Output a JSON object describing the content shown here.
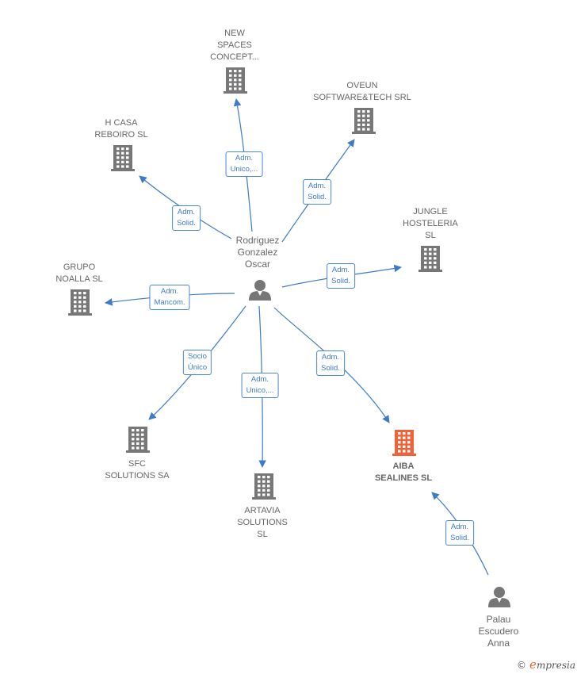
{
  "colors": {
    "edge": "#3d7ac8",
    "building": "#777777",
    "building_highlight": "#f0623a",
    "person": "#777777"
  },
  "persons": [
    {
      "id": "rodriguez",
      "lines": [
        "Rodriguez",
        "Gonzalez",
        "Oscar"
      ],
      "icon": "person-icon"
    },
    {
      "id": "palau",
      "lines": [
        "Palau",
        "Escudero",
        "Anna"
      ],
      "icon": "person-icon"
    }
  ],
  "companies": [
    {
      "id": "newspaces",
      "lines": [
        "NEW",
        "SPACES",
        "CONCEPT..."
      ],
      "highlight": false,
      "icon": "building-icon"
    },
    {
      "id": "oveun",
      "lines": [
        "OVEUN",
        "SOFTWARE&TECH SRL"
      ],
      "highlight": false,
      "icon": "building-icon"
    },
    {
      "id": "hcasa",
      "lines": [
        "H CASA",
        "REBOIRO SL"
      ],
      "highlight": false,
      "icon": "building-icon"
    },
    {
      "id": "jungle",
      "lines": [
        "JUNGLE",
        "HOSTELERIA",
        "SL"
      ],
      "highlight": false,
      "icon": "building-icon"
    },
    {
      "id": "grupo",
      "lines": [
        "GRUPO",
        "NOALLA  SL"
      ],
      "highlight": false,
      "icon": "building-icon"
    },
    {
      "id": "sfc",
      "lines": [
        "SFC",
        "SOLUTIONS SA"
      ],
      "highlight": false,
      "icon": "building-icon"
    },
    {
      "id": "artavia",
      "lines": [
        "ARTAVIA",
        "SOLUTIONS",
        "SL"
      ],
      "highlight": false,
      "icon": "building-icon"
    },
    {
      "id": "aiba",
      "lines": [
        "AIBA",
        "SEALINES  SL"
      ],
      "highlight": true,
      "icon": "building-icon"
    }
  ],
  "relations": [
    {
      "from": "rodriguez",
      "to": "newspaces",
      "lines": [
        "Adm.",
        "Unico,..."
      ]
    },
    {
      "from": "rodriguez",
      "to": "oveun",
      "lines": [
        "Adm.",
        "Solid."
      ]
    },
    {
      "from": "rodriguez",
      "to": "hcasa",
      "lines": [
        "Adm.",
        "Solid."
      ]
    },
    {
      "from": "rodriguez",
      "to": "jungle",
      "lines": [
        "Adm.",
        "Solid."
      ]
    },
    {
      "from": "rodriguez",
      "to": "grupo",
      "lines": [
        "Adm.",
        "Mancom."
      ]
    },
    {
      "from": "rodriguez",
      "to": "sfc",
      "lines": [
        "Socio",
        "Único"
      ]
    },
    {
      "from": "rodriguez",
      "to": "artavia",
      "lines": [
        "Adm.",
        "Unico,..."
      ]
    },
    {
      "from": "rodriguez",
      "to": "aiba",
      "lines": [
        "Adm.",
        "Solid."
      ]
    },
    {
      "from": "palau",
      "to": "aiba",
      "lines": [
        "Adm.",
        "Solid."
      ]
    }
  ],
  "footer": {
    "copyright": "©",
    "brand_initial": "e",
    "brand_rest": "mpresia"
  }
}
